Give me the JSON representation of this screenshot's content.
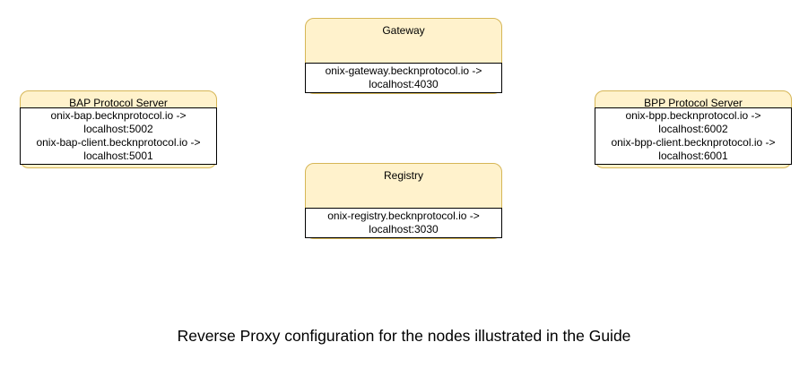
{
  "diagram": {
    "caption": "Reverse Proxy configuration for the nodes illustrated in the Guide",
    "colors": {
      "background": "#FFFFFF",
      "node_fill": "#FFF2CC",
      "node_border": "#D6B656",
      "mapping_fill": "#FFFFFF",
      "mapping_border": "#000000",
      "text": "#000000"
    },
    "nodes": [
      {
        "id": "gateway",
        "title": "Gateway",
        "mapping_lines": [
          "onix-gateway.becknprotocol.io ->",
          "localhost:4030"
        ]
      },
      {
        "id": "bap-protocol-server",
        "title": "BAP Protocol Server",
        "mapping_lines": [
          "onix-bap.becknprotocol.io ->",
          "localhost:5002",
          "onix-bap-client.becknprotocol.io ->",
          "localhost:5001"
        ]
      },
      {
        "id": "bpp-protocol-server",
        "title": "BPP Protocol Server",
        "mapping_lines": [
          "onix-bpp.becknprotocol.io ->",
          "localhost:6002",
          "onix-bpp-client.becknprotocol.io ->",
          "localhost:6001"
        ]
      },
      {
        "id": "registry",
        "title": "Registry",
        "mapping_lines": [
          "onix-registry.becknprotocol.io ->",
          "localhost:3030"
        ]
      }
    ]
  }
}
